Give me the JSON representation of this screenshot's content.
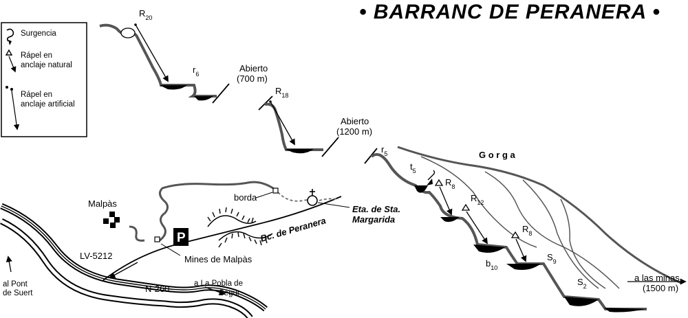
{
  "title": "• BARRANC DE PERANERA •",
  "legend": {
    "items": [
      {
        "label": "Surgencia",
        "icon": "spring-icon"
      },
      {
        "label_lines": [
          "Rápel en",
          "anclaje natural"
        ],
        "icon": "natural-anchor-rappel-icon"
      },
      {
        "label_lines": [
          "Rápel en",
          "anclaje artificial"
        ],
        "icon": "artificial-anchor-rappel-icon"
      }
    ]
  },
  "rappels": {
    "r20": {
      "main": "R",
      "sub": "20"
    },
    "r6_small": {
      "main": "r",
      "sub": "6"
    },
    "r18": {
      "main": "R",
      "sub": "18"
    },
    "r5_small": {
      "main": "r",
      "sub": "5"
    },
    "t5": {
      "main": "t",
      "sub": "5"
    },
    "r8a": {
      "main": "R",
      "sub": "8"
    },
    "r12": {
      "main": "R",
      "sub": "12"
    },
    "r8b": {
      "main": "R",
      "sub": "8"
    },
    "b10": {
      "main": "b",
      "sub": "10"
    },
    "s9": {
      "main": "S",
      "sub": "9"
    },
    "s2": {
      "main": "S",
      "sub": "2"
    }
  },
  "open_sections": {
    "first": [
      "Abierto",
      "(700 m)"
    ],
    "second": [
      "Abierto",
      "(1200 m)"
    ]
  },
  "gorge_label": "G o r g a",
  "exit_label": [
    "a las minas",
    "(1500 m)"
  ],
  "places": {
    "malpas": "Malpàs",
    "borda": "borda",
    "chapel": [
      "Eta. de Sta.",
      "Margarida"
    ],
    "ravine": "Bc. de Peranera",
    "mines": "Mines de Malpàs",
    "parking": "P"
  },
  "roads": {
    "lv5212": "LV-5212",
    "n260": "N-260",
    "to_pont": [
      "al Pont",
      "de Suert"
    ],
    "to_pobla": [
      "a La Pobla de",
      "Segur"
    ]
  },
  "colors": {
    "ink": "#000000",
    "gorge_wall": "#555555",
    "paper": "#ffffff"
  }
}
